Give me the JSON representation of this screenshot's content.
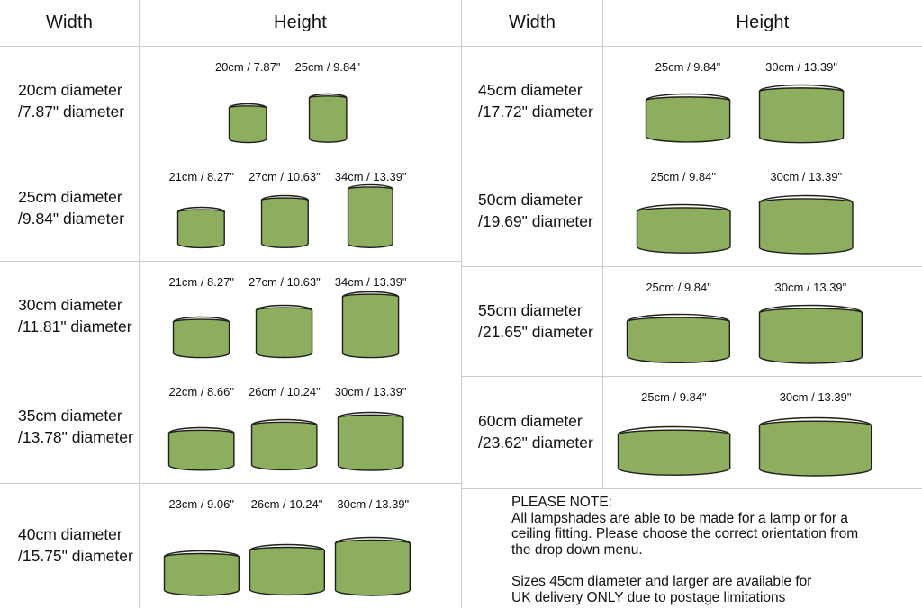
{
  "colors": {
    "shade_green": "#8cae5e",
    "shade_top": "#fffef6",
    "outline": "#1f1f1d",
    "grid_line": "#cccccc",
    "text": "#111111"
  },
  "tables": [
    {
      "side": "left",
      "header": {
        "width": "Width",
        "height": "Height"
      },
      "rows": [
        {
          "width_label": [
            "20cm diameter",
            "/7.87\" diameter"
          ],
          "diameter_cm": 20,
          "shades": [
            {
              "label": "20cm / 7.87\"",
              "height_cm": 20
            },
            {
              "label": "25cm / 9.84\"",
              "height_cm": 25
            }
          ]
        },
        {
          "width_label": [
            "25cm diameter",
            "/9.84\" diameter"
          ],
          "diameter_cm": 25,
          "shades": [
            {
              "label": "21cm / 8.27\"",
              "height_cm": 21
            },
            {
              "label": "27cm / 10.63\"",
              "height_cm": 27
            },
            {
              "label": "34cm / 13.39\"",
              "height_cm": 34
            }
          ]
        },
        {
          "width_label": [
            "30cm diameter",
            "/11.81\" diameter"
          ],
          "diameter_cm": 30,
          "shades": [
            {
              "label": "21cm / 8.27\"",
              "height_cm": 21
            },
            {
              "label": "27cm / 10.63\"",
              "height_cm": 27
            },
            {
              "label": "34cm / 13.39\"",
              "height_cm": 34
            }
          ]
        },
        {
          "width_label": [
            "35cm diameter",
            "/13.78\" diameter"
          ],
          "diameter_cm": 35,
          "shades": [
            {
              "label": "22cm / 8.66\"",
              "height_cm": 22
            },
            {
              "label": "26cm / 10.24\"",
              "height_cm": 26
            },
            {
              "label": "30cm / 13.39\"",
              "height_cm": 30
            }
          ]
        },
        {
          "width_label": [
            "40cm diameter",
            "/15.75\" diameter"
          ],
          "diameter_cm": 40,
          "shades": [
            {
              "label": "23cm / 9.06\"",
              "height_cm": 23
            },
            {
              "label": "26cm / 10.24\"",
              "height_cm": 26
            },
            {
              "label": "30cm / 13.39\"",
              "height_cm": 30
            }
          ]
        }
      ]
    },
    {
      "side": "right",
      "header": {
        "width": "Width",
        "height": "Height"
      },
      "rows": [
        {
          "width_label": [
            "45cm diameter",
            "/17.72\" diameter"
          ],
          "diameter_cm": 45,
          "shades": [
            {
              "label": "25cm / 9.84\"",
              "height_cm": 25
            },
            {
              "label": "30cm / 13.39\"",
              "height_cm": 30
            }
          ]
        },
        {
          "width_label": [
            "50cm diameter",
            "/19.69\" diameter"
          ],
          "diameter_cm": 50,
          "shades": [
            {
              "label": "25cm / 9.84\"",
              "height_cm": 25
            },
            {
              "label": "30cm / 13.39\"",
              "height_cm": 30
            }
          ]
        },
        {
          "width_label": [
            "55cm diameter",
            "/21.65\" diameter"
          ],
          "diameter_cm": 55,
          "shades": [
            {
              "label": "25cm / 9.84\"",
              "height_cm": 25
            },
            {
              "label": "30cm / 13.39\"",
              "height_cm": 30
            }
          ]
        },
        {
          "width_label": [
            "60cm diameter",
            "/23.62\" diameter"
          ],
          "diameter_cm": 60,
          "shades": [
            {
              "label": "25cm / 9.84\"",
              "height_cm": 25
            },
            {
              "label": "30cm / 13.39\"",
              "height_cm": 30
            }
          ]
        }
      ]
    }
  ],
  "note": {
    "title": "PLEASE NOTE:",
    "lines": [
      "All lampshades are able to be made for a lamp or for a",
      "ceiling fitting. Please choose the correct orientation from",
      "the drop down menu.",
      "",
      "Sizes 45cm diameter and larger are available for",
      "UK delivery ONLY due to postage limitations"
    ]
  }
}
